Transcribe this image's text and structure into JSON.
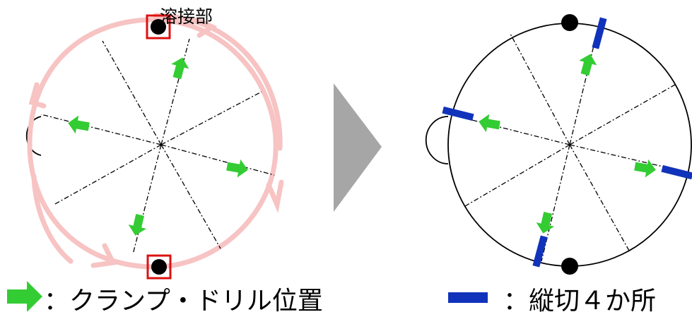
{
  "labels": {
    "weld": "溶接部",
    "legend_clamp": "：クランプ・ドリル位置",
    "legend_cut": "：縦切４か所"
  },
  "colors": {
    "arrow_green": "#33cc33",
    "cut_blue": "#1133bb",
    "marker_red": "#dd1111",
    "trace_pink": "#f7c3c3",
    "transition_gray": "#a6a6a6"
  },
  "icons": {
    "clamp": "green-arrow-icon",
    "cut": "blue-bar-icon",
    "weld": "black-dot-icon",
    "next": "gray-triangle-icon"
  }
}
